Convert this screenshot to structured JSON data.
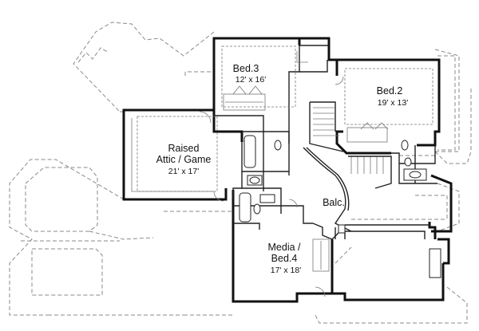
{
  "rooms": {
    "bed3": {
      "name": "Bed.3",
      "dim": "12' x 16'"
    },
    "bed2": {
      "name": "Bed.2",
      "dim": "19' x 13'"
    },
    "attic": {
      "name_line1": "Raised",
      "name_line2": "Attic / Game",
      "dim": "21' x 17'"
    },
    "balcony": {
      "name": "Balc."
    },
    "media": {
      "name_line1": "Media /",
      "name_line2": "Bed.4",
      "dim": "17' x 18'"
    }
  }
}
